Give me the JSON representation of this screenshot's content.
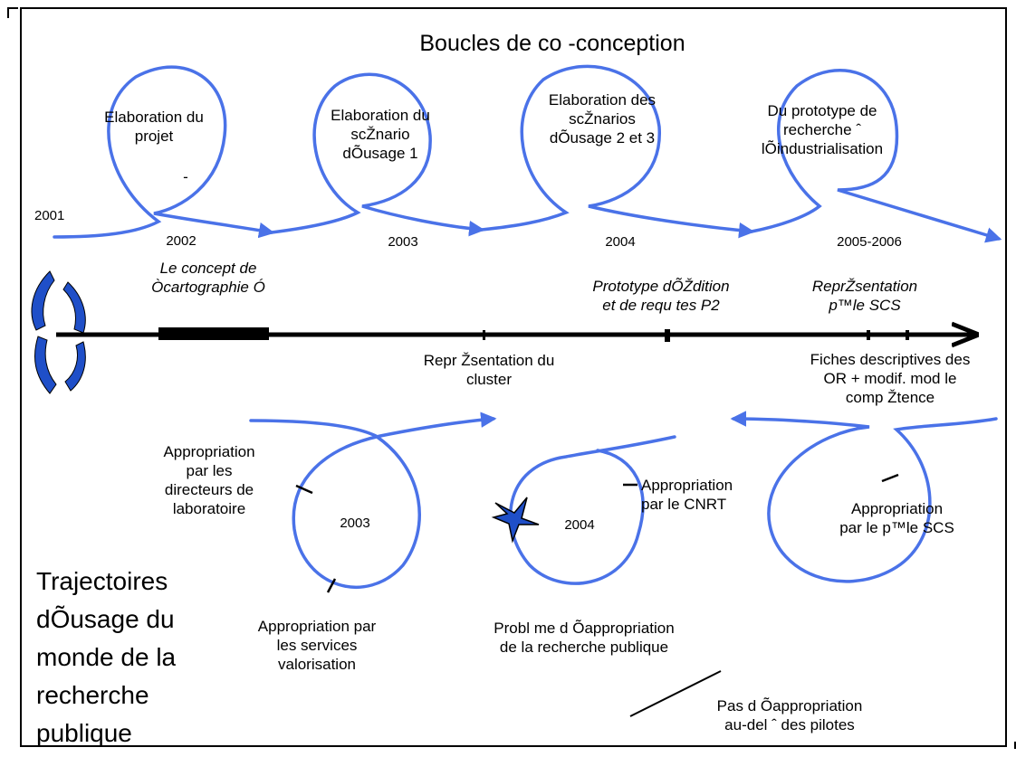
{
  "title": "Boucles de co -conception",
  "colors": {
    "loop": "#4a72e8",
    "timeline": "#000000",
    "icon": "#1f4fc8"
  },
  "top_loops": [
    {
      "label": "Elaboration du\nprojet",
      "year": "2002"
    },
    {
      "label": "Elaboration du\nscŽnario\ndÕusage 1",
      "year": "2003"
    },
    {
      "label": "Elaboration des\nscŽnarios\ndÕusage 2 et 3",
      "year": "2004"
    },
    {
      "label": "Du prototype de\nrecherche ˆ\nlÕindustrialisation",
      "year": "2005-2006"
    }
  ],
  "start_year": "2001",
  "timeline": {
    "milestones_above": [
      {
        "text": "Le concept de\nÒcartographie Ó"
      },
      {
        "text": "Prototype dÕŽdition\net de requ tes P2"
      },
      {
        "text": "ReprŽsentation\np™le SCS"
      }
    ],
    "milestones_below": [
      {
        "text": "Repr Žsentation du\ncluster"
      },
      {
        "text": "Fiches descriptives des\nOR + modif. mod le\ncomp Žtence"
      }
    ]
  },
  "bottom_loops": [
    {
      "year": "2003",
      "top_label": "Appropriation\npar les\ndirecteurs de\nlaboratoire",
      "bottom_label": "Appropriation par\nles services\nvalorisation"
    },
    {
      "year": "2004",
      "top_label": "Appropriation\npar le CNRT",
      "bottom_label": "Probl me d Õappropriation\nde la recherche publique"
    },
    {
      "year": "",
      "top_label": "Appropriation\npar le p™le SCS",
      "bottom_label": ""
    }
  ],
  "bottom_title": "Trajectoires\ndÕusage du\nmonde de la\nrecherche\npublique",
  "note": "Pas d Õappropriation\nau-del ˆ des pilotes",
  "stray_mark": "-"
}
